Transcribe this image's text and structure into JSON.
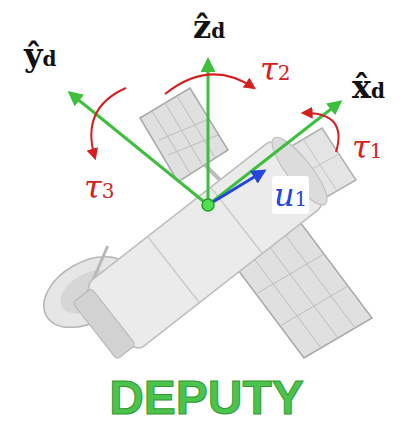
{
  "diagram": {
    "labels": [
      "ŷd",
      "ẑd",
      "x̂d",
      "τ3",
      "τ2",
      "τ1",
      "u1",
      "DEPUTY"
    ]
  }
}
